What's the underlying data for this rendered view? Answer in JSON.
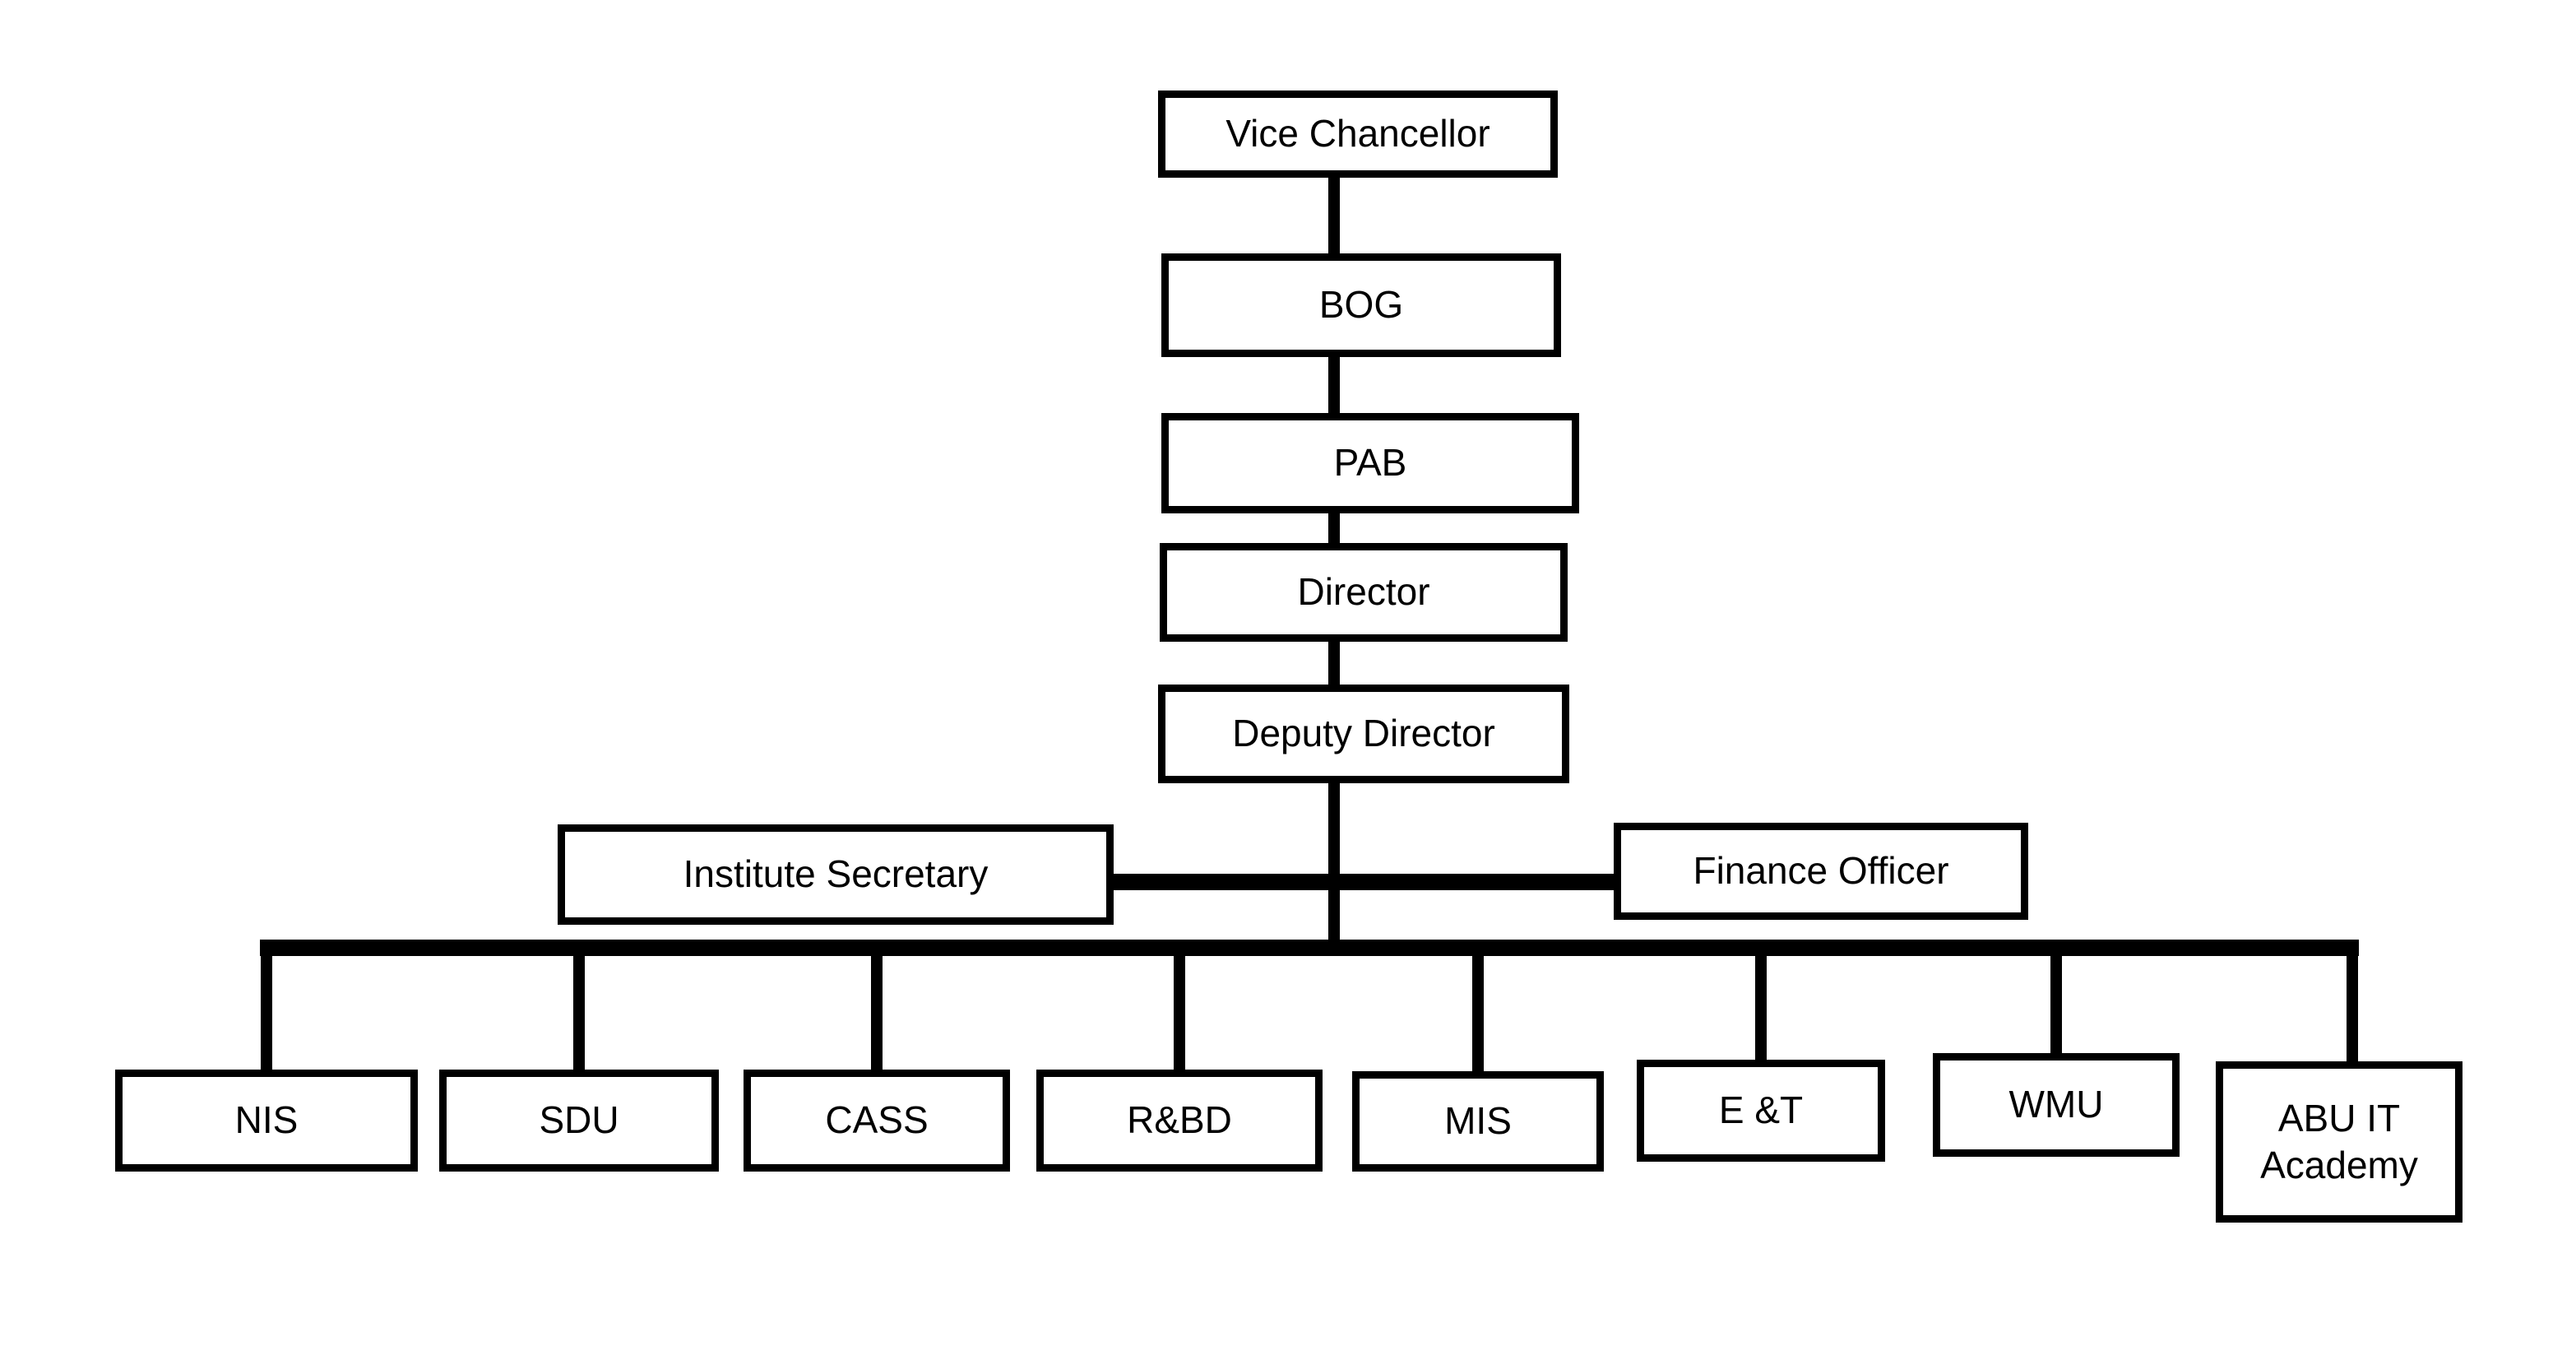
{
  "org_chart": {
    "chain": [
      {
        "id": "vice-chancellor",
        "label": "Vice Chancellor"
      },
      {
        "id": "bog",
        "label": "BOG"
      },
      {
        "id": "pab",
        "label": "PAB"
      },
      {
        "id": "director",
        "label": "Director"
      },
      {
        "id": "deputy-director",
        "label": "Deputy Director"
      }
    ],
    "staff": [
      {
        "id": "institute-secretary",
        "label": "Institute Secretary"
      },
      {
        "id": "finance-officer",
        "label": "Finance Officer"
      }
    ],
    "units": [
      {
        "id": "nis",
        "label": "NIS"
      },
      {
        "id": "sdu",
        "label": "SDU"
      },
      {
        "id": "cass",
        "label": "CASS"
      },
      {
        "id": "rbd",
        "label": "R&BD"
      },
      {
        "id": "mis",
        "label": "MIS"
      },
      {
        "id": "et",
        "label": "E &T"
      },
      {
        "id": "wmu",
        "label": "WMU"
      },
      {
        "id": "abu-it-academy",
        "label": "ABU IT Academy"
      }
    ],
    "edges": [
      [
        "Vice Chancellor",
        "BOG"
      ],
      [
        "BOG",
        "PAB"
      ],
      [
        "PAB",
        "Director"
      ],
      [
        "Director",
        "Deputy Director"
      ],
      [
        "Deputy Director",
        "Institute Secretary"
      ],
      [
        "Deputy Director",
        "Finance Officer"
      ],
      [
        "Deputy Director",
        "NIS"
      ],
      [
        "Deputy Director",
        "SDU"
      ],
      [
        "Deputy Director",
        "CASS"
      ],
      [
        "Deputy Director",
        "R&BD"
      ],
      [
        "Deputy Director",
        "MIS"
      ],
      [
        "Deputy Director",
        "E &T"
      ],
      [
        "Deputy Director",
        "WMU"
      ],
      [
        "Deputy Director",
        "ABU IT Academy"
      ]
    ],
    "colors": {
      "background": "#ffffff",
      "box_fill": "#ffffff",
      "box_border": "#000000",
      "line": "#000000",
      "text": "#000000"
    }
  }
}
